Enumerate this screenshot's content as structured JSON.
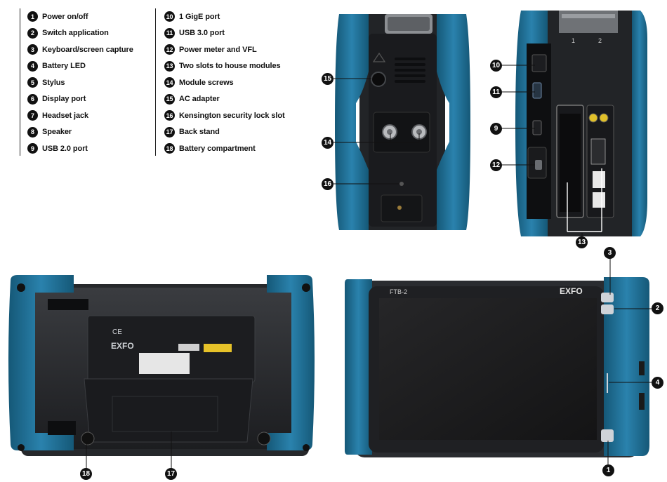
{
  "legend_left": [
    {
      "num": "1",
      "label": "Power on/off"
    },
    {
      "num": "2",
      "label": "Switch application"
    },
    {
      "num": "3",
      "label": "Keyboard/screen capture"
    },
    {
      "num": "4",
      "label": "Battery LED"
    },
    {
      "num": "5",
      "label": "Stylus"
    },
    {
      "num": "6",
      "label": "Display port"
    },
    {
      "num": "7",
      "label": "Headset jack"
    },
    {
      "num": "8",
      "label": "Speaker"
    },
    {
      "num": "9",
      "label": "USB 2.0 port"
    }
  ],
  "legend_right": [
    {
      "num": "10",
      "label": "1 GigE port"
    },
    {
      "num": "11",
      "label": "USB 3.0 port"
    },
    {
      "num": "12",
      "label": "Power meter and VFL"
    },
    {
      "num": "13",
      "label": "Two slots to house modules"
    },
    {
      "num": "14",
      "label": "Module screws"
    },
    {
      "num": "15",
      "label": "AC adapter"
    },
    {
      "num": "16",
      "label": "Kensington security lock slot"
    },
    {
      "num": "17",
      "label": "Back stand"
    },
    {
      "num": "18",
      "label": "Battery compartment"
    }
  ],
  "device_labels": {
    "front_model": "FTB-2",
    "front_brand": "EXFO",
    "back_brand": "EXFO",
    "slot_1": "1",
    "slot_2": "2"
  },
  "callouts": {
    "c1": "1",
    "c2": "2",
    "c3": "3",
    "c4": "4",
    "c9": "9",
    "c10": "10",
    "c11": "11",
    "c12": "12",
    "c13": "13",
    "c14": "14",
    "c15": "15",
    "c16": "16",
    "c17": "17",
    "c18": "18"
  },
  "colors": {
    "bumper": "#1f6e94",
    "bumper_dark": "#144f6d",
    "body": "#2a2c2f",
    "body_dark": "#161719",
    "screen": "#1b1b1d"
  }
}
